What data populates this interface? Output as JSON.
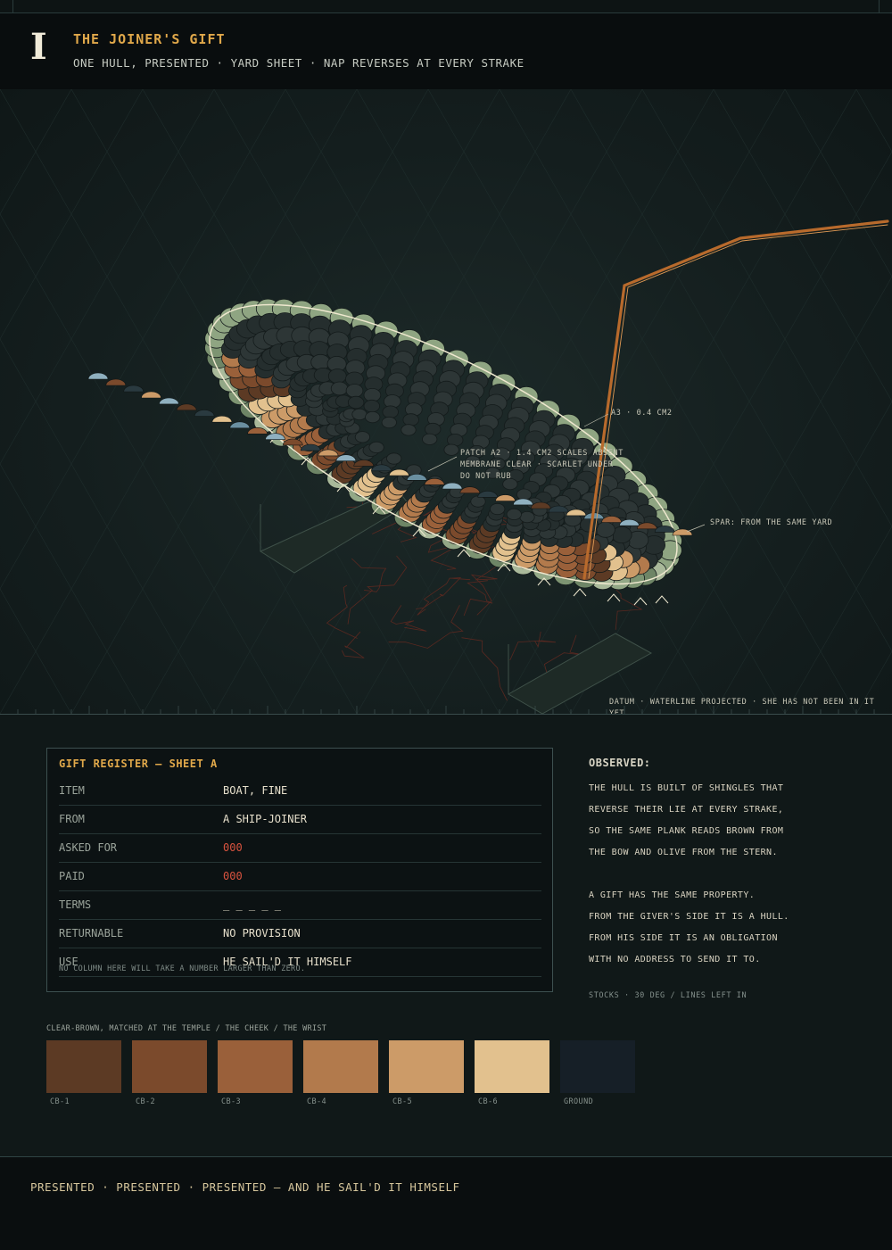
{
  "header": {
    "numeral": "I",
    "title": "THE JOINER'S GIFT",
    "subtitle": "ONE HULL, PRESENTED · YARD SHEET · NAP REVERSES AT EVERY STRAKE"
  },
  "hero": {
    "annotations": {
      "a3": "A3 · 0.4 CM2",
      "patch_line1": "PATCH A2 · 1.4 CM2 SCALES ABSENT",
      "patch_line2": "MEMBRANE CLEAR · SCARLET UNDER",
      "patch_line3": "DO NOT RUB",
      "spar": "SPAR: FROM THE SAME YARD",
      "datum": "DATUM · WATERLINE PROJECTED · SHE HAS NOT BEEN IN IT YET"
    }
  },
  "register": {
    "title": "GIFT REGISTER — SHEET A",
    "rows": [
      {
        "key": "ITEM",
        "value": "BOAT, FINE"
      },
      {
        "key": "FROM",
        "value": "A SHIP-JOINER"
      },
      {
        "key": "ASKED FOR",
        "value": "000"
      },
      {
        "key": "PAID",
        "value": "000"
      },
      {
        "key": "TERMS",
        "value": "_ _ _ _ _"
      },
      {
        "key": "RETURNABLE",
        "value": "NO PROVISION"
      },
      {
        "key": "USE",
        "value": "HE SAIL'D IT HIMSELF"
      }
    ],
    "note": "NO COLUMN HERE WILL TAKE A NUMBER LARGER THAN ZERO."
  },
  "observed": {
    "heading": "OBSERVED:",
    "lines": [
      "THE HULL IS BUILT OF SHINGLES THAT",
      "REVERSE THEIR LIE AT EVERY STRAKE,",
      "SO THE SAME PLANK READS BROWN FROM",
      "THE BOW AND OLIVE FROM THE STERN.",
      "A GIFT HAS THE SAME PROPERTY.",
      "FROM THE GIVER'S SIDE IT IS A HULL.",
      "FROM HIS SIDE IT IS AN OBLIGATION",
      "WITH NO ADDRESS TO SEND IT TO."
    ],
    "footer": "STOCKS · 30 DEG / LINES LEFT IN"
  },
  "swatches": {
    "label": "CLEAR-BROWN, MATCHED AT THE TEMPLE / THE CHEEK / THE WRIST",
    "items": [
      {
        "name": "CB-1",
        "color": "#5c3a24"
      },
      {
        "name": "CB-2",
        "color": "#7b4a2c"
      },
      {
        "name": "CB-3",
        "color": "#9a603a"
      },
      {
        "name": "CB-4",
        "color": "#b27a4c"
      },
      {
        "name": "CB-5",
        "color": "#cc9b68"
      },
      {
        "name": "CB-6",
        "color": "#e2c18e"
      },
      {
        "name": "GROUND",
        "color": "#161f27"
      }
    ]
  },
  "footer": {
    "text": "PRESENTED  ·  PRESENTED  ·  PRESENTED  —  AND HE SAIL'D IT HIMSELF"
  },
  "palette": {
    "accent": "#e0a84a",
    "zero_value": "#d9533f",
    "hull_olive": "#8fa582",
    "hull_dark": "#2a3232"
  }
}
